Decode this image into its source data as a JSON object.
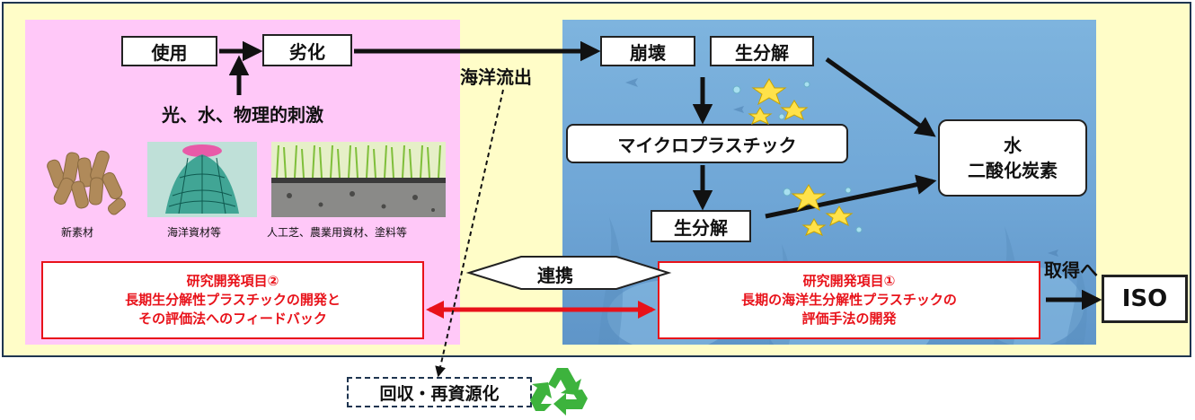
{
  "flow": {
    "use": "使用",
    "degrade": "劣化",
    "stimulus": "光、水、物理的刺激",
    "outflow": "海洋流出",
    "collapse": "崩壊",
    "biodeg_top": "生分解",
    "microplastic": "マイクロプラスチック",
    "biodeg_bottom": "生分解",
    "product_line1": "水",
    "product_line2": "二酸化炭素"
  },
  "materials": [
    {
      "caption": "新素材"
    },
    {
      "caption": "海洋資材等"
    },
    {
      "caption": "人工芝、農業用資材、塗料等"
    }
  ],
  "research2": {
    "line1": "研究開発項目②",
    "line2": "長期生分解性プラスチックの開発と",
    "line3": "その評価法へのフィードバック"
  },
  "research1": {
    "line1": "研究開発項目①",
    "line2": "長期の海洋生分解性プラスチックの",
    "line3": "評価手法の開発"
  },
  "cooperation": "連携",
  "acquire": "取得へ",
  "iso": "ISO",
  "recycle": "回収・再資源化",
  "colors": {
    "frame_bg": "#fffdc8",
    "pink_panel": "#ffc8f8",
    "ocean": "#6fa6d6",
    "accent_red": "#e8121a",
    "recycle_green": "#3db33d"
  }
}
